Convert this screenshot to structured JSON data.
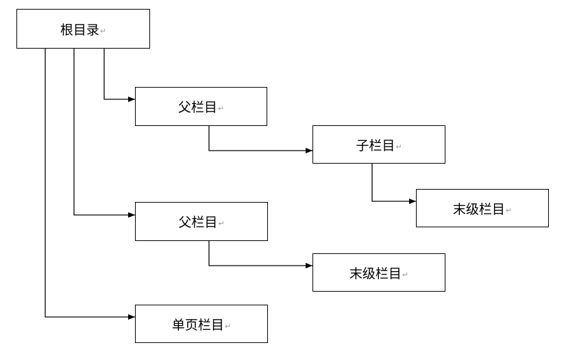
{
  "diagram": {
    "nodes": [
      {
        "id": "root",
        "label": "根目录"
      },
      {
        "id": "parent-1",
        "label": "父栏目"
      },
      {
        "id": "child-1",
        "label": "子栏目"
      },
      {
        "id": "leaf-1",
        "label": "末级栏目"
      },
      {
        "id": "parent-2",
        "label": "父栏目"
      },
      {
        "id": "leaf-2",
        "label": "末级栏目"
      },
      {
        "id": "single-page",
        "label": "单页栏目"
      }
    ],
    "edges": [
      {
        "from": "root",
        "to": "parent-1"
      },
      {
        "from": "parent-1",
        "to": "child-1"
      },
      {
        "from": "child-1",
        "to": "leaf-1"
      },
      {
        "from": "root",
        "to": "parent-2"
      },
      {
        "from": "parent-2",
        "to": "leaf-2"
      },
      {
        "from": "root",
        "to": "single-page"
      }
    ],
    "paragraph_mark": "↵",
    "line_color": "#000000",
    "box_border_color": "#000000",
    "background_color": "#ffffff"
  }
}
